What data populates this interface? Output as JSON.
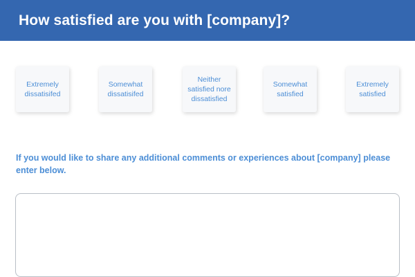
{
  "header": {
    "title": "How satisfied are you with [company]?"
  },
  "options": [
    {
      "label": "Extremely dissatisifed"
    },
    {
      "label": "Somewhat dissatisifed"
    },
    {
      "label": "Neither satisfied nore dissatisfied"
    },
    {
      "label": "Somewhat satisfied"
    },
    {
      "label": "Extremely satisfied"
    }
  ],
  "comments": {
    "prompt": "If you would like to share any additional comments or experiences about [company] please enter below.",
    "value": ""
  },
  "colors": {
    "header_bg": "#3467b0",
    "accent_text": "#4c8ed6",
    "option_bg": "#f7f8fa",
    "border": "#b9bec6"
  }
}
